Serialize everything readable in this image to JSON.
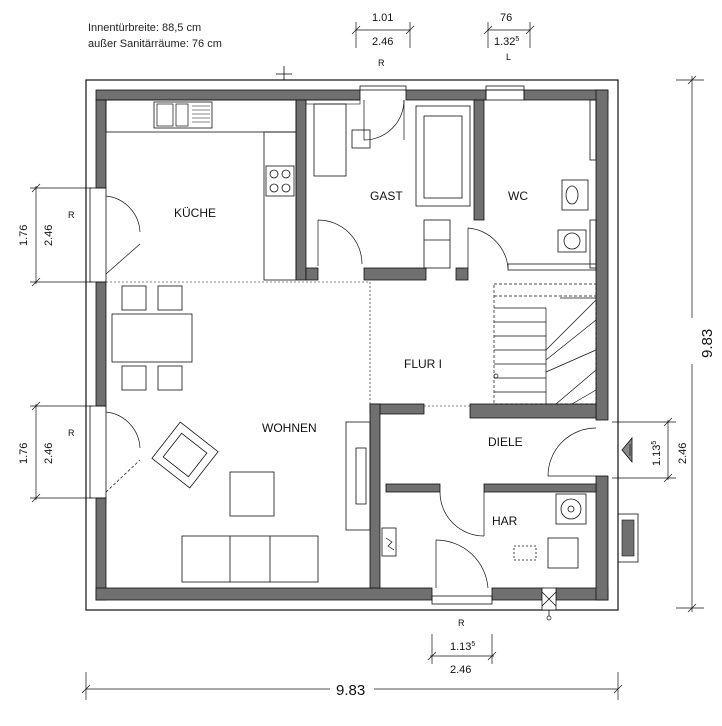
{
  "notes": {
    "door_width": "Innentürbreite: 88,5 cm",
    "sanitary": "außer Sanitärräume: 76 cm"
  },
  "rooms": {
    "kueche": "KÜCHE",
    "gast": "GAST",
    "wc": "WC",
    "flur": "FLUR I",
    "wohnen": "WOHNEN",
    "diele": "DIELE",
    "har": "HAR"
  },
  "dimensions": {
    "overall_width": "9.83",
    "overall_height": "9.83",
    "top_window_1_upper": "1.01",
    "top_window_1_lower": "2.46",
    "top_window_2_upper": "76",
    "top_window_2_lower": "1.32",
    "top_window_2_sup": "5",
    "left_window_1_outer": "1.76",
    "left_window_1_inner": "2.46",
    "left_window_2_outer": "1.76",
    "left_window_2_inner": "2.46",
    "right_window_left": "1.13",
    "right_window_sup": "5",
    "right_window_right": "2.46",
    "bottom_window_upper": "1.13",
    "bottom_window_sup": "5",
    "bottom_window_lower": "2.46"
  },
  "marks": {
    "r": "R",
    "l": "L"
  }
}
